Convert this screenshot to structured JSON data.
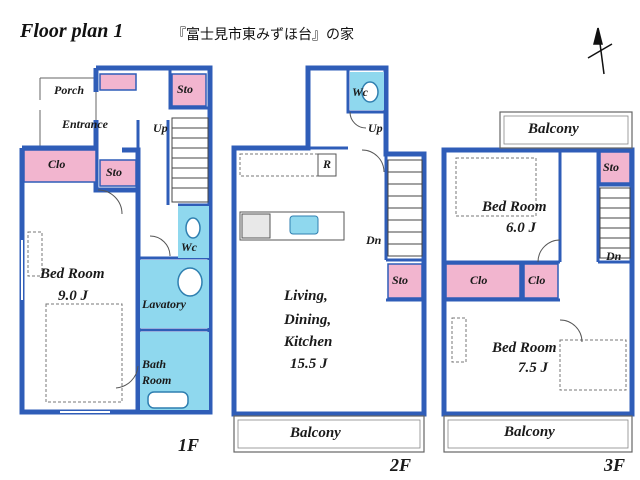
{
  "title": "Floor plan  1",
  "title_jp": "『富士見市東みずほ台』の家",
  "floors": {
    "f1": {
      "name": "1F",
      "porch": "Porch",
      "entrance": "Entrance",
      "clo": "Clo",
      "sto_a": "Sto",
      "sto_b": "Sto",
      "up": "Up",
      "wc": "Wc",
      "lavatory": "Lavatory",
      "bath_1": "Bath",
      "bath_2": "Room",
      "bedroom_name": "Bed Room",
      "bedroom_size": "9.0 J"
    },
    "f2": {
      "name": "2F",
      "wc": "Wc",
      "up": "Up",
      "r": "R",
      "dn": "Dn",
      "sto": "Sto",
      "ldk_1": "Living,",
      "ldk_2": "Dining,",
      "ldk_3": "Kitchen",
      "ldk_size": "15.5 J",
      "balcony": "Balcony"
    },
    "f3": {
      "name": "3F",
      "balcony_top": "Balcony",
      "sto": "Sto",
      "bed1_name": "Bed Room",
      "bed1_size": "6.0 J",
      "dn": "Dn",
      "clo_a": "Clo",
      "clo_b": "Clo",
      "bed2_name": "Bed Room",
      "bed2_size": "7.5 J",
      "balcony_bottom": "Balcony"
    }
  },
  "colors": {
    "wall": "#2f5db8",
    "storage": "#f2b5cf",
    "wet": "#8fd8ee",
    "fixture": "#4aa0cc",
    "line": "#555555"
  },
  "compass_icon": "north-arrow-compass"
}
